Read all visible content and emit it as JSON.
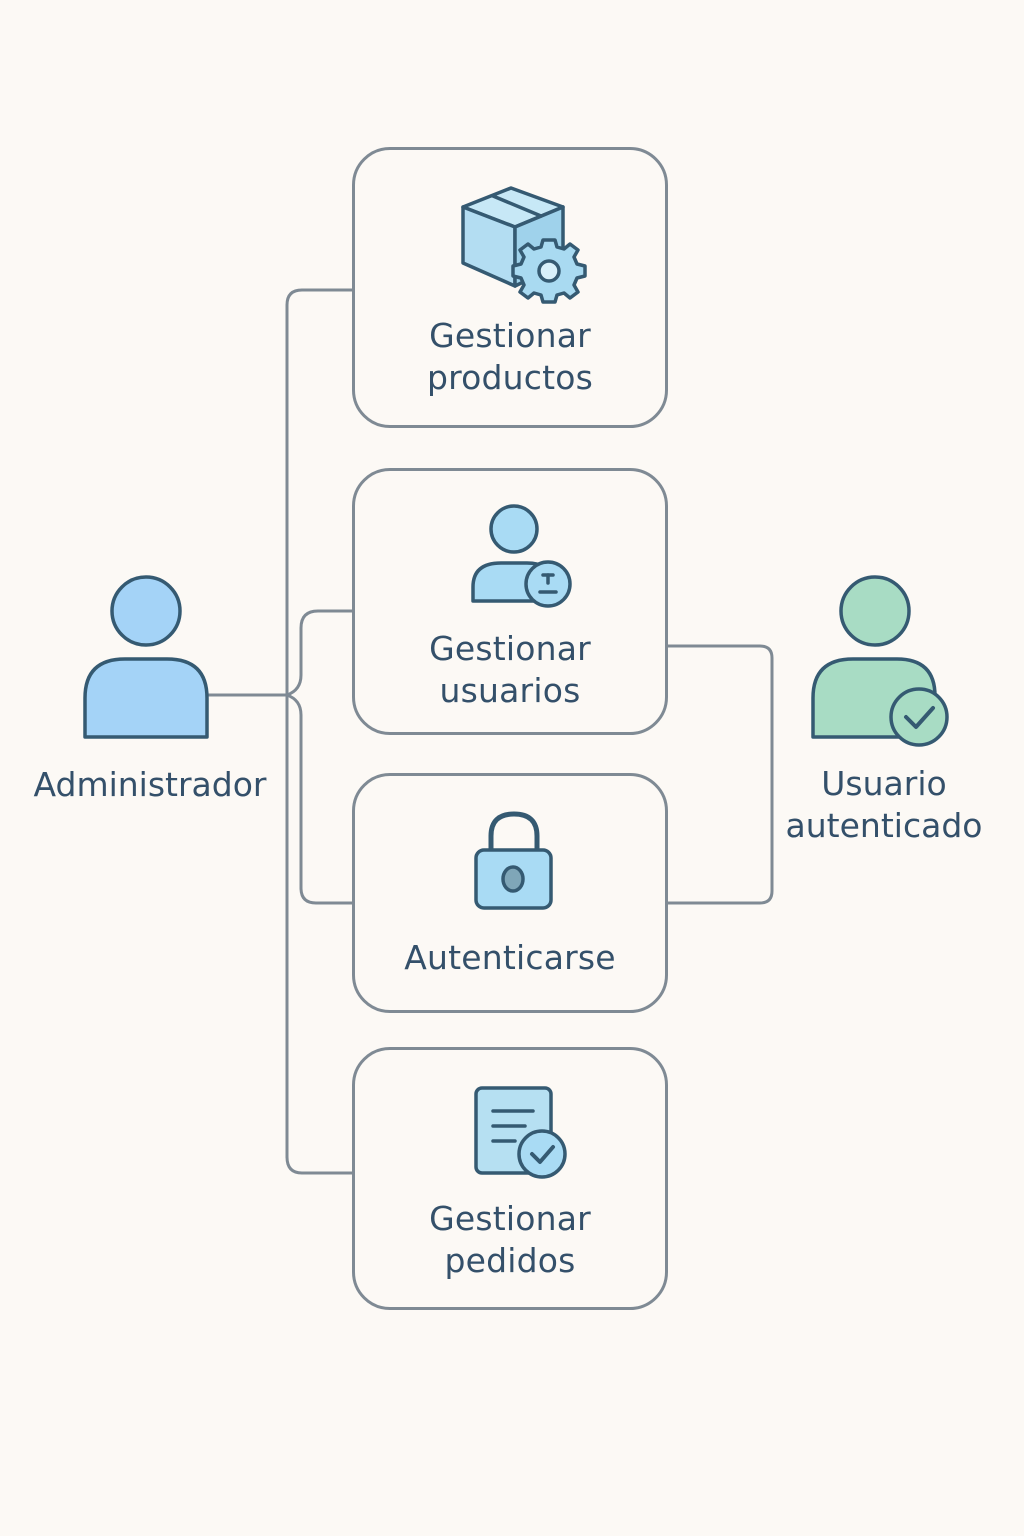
{
  "colors": {
    "background": "#fcf9f5",
    "text": "#34506a",
    "stroke": "#7f8a94",
    "admin_fill": "#a4d3f7",
    "auth_user_fill": "#a8dcc4",
    "icon_fill": "#b6e0f2",
    "icon_stroke": "#355a72"
  },
  "actors": {
    "admin": {
      "label": "Administrador",
      "icon": "admin-person-icon"
    },
    "auth_user": {
      "label": "Usuario autenticado",
      "icon": "authenticated-person-icon"
    }
  },
  "use_cases": {
    "products": {
      "label": "Gestionar productos",
      "icon": "box-gear-icon"
    },
    "users": {
      "label": "Gestionar usuarios",
      "icon": "user-manage-icon"
    },
    "auth": {
      "label": "Autenticarse",
      "icon": "padlock-icon"
    },
    "orders": {
      "label": "Gestionar pedidos",
      "icon": "document-check-icon"
    }
  }
}
